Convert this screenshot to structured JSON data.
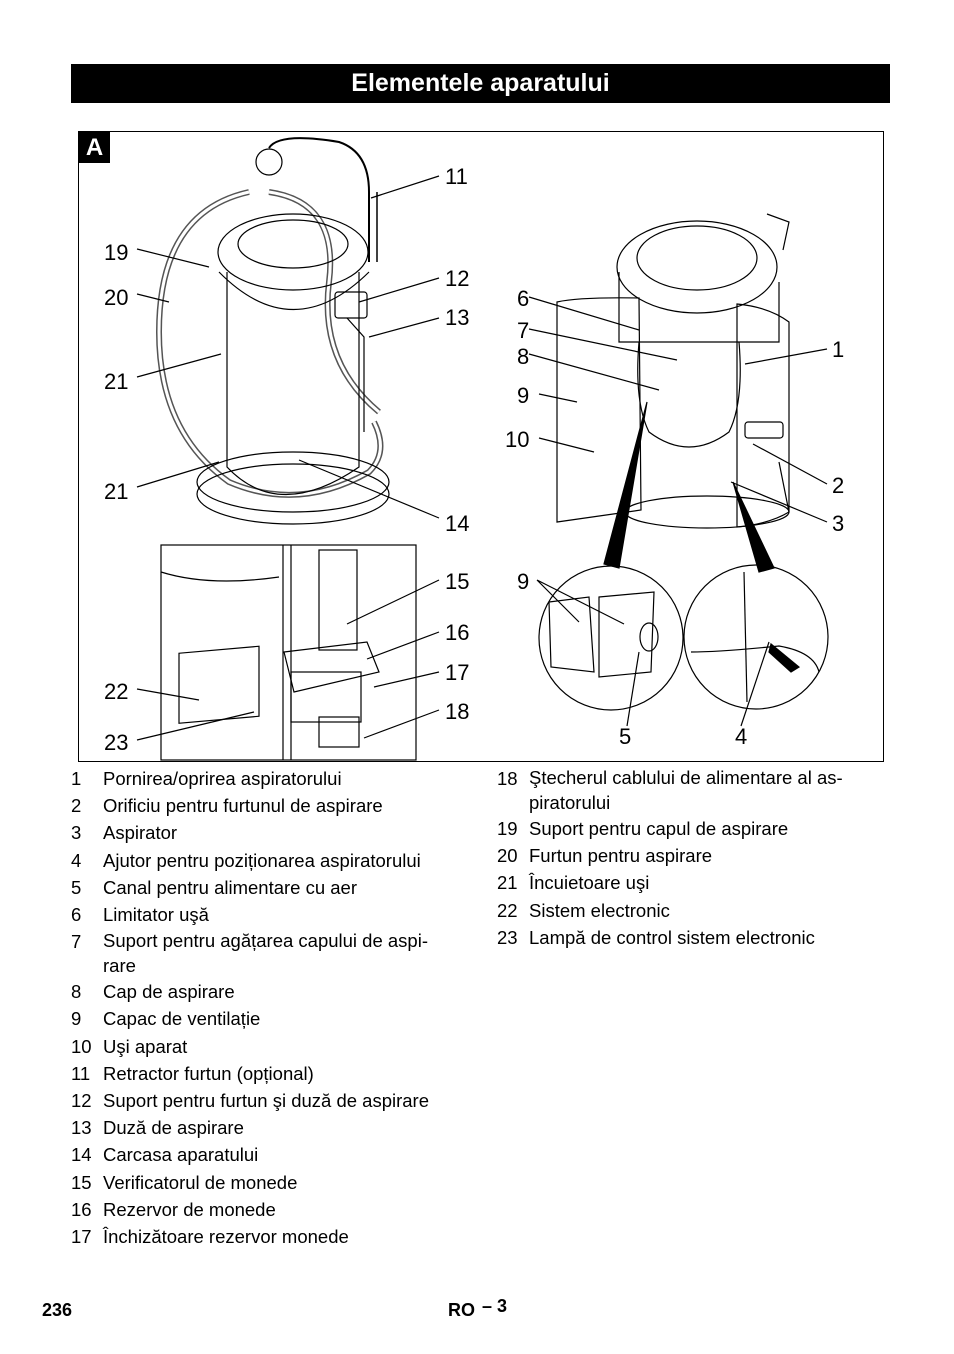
{
  "header": {
    "title": "Elementele aparatului"
  },
  "figure": {
    "letter": "A",
    "callouts": {
      "c1": "1",
      "c2": "2",
      "c3": "3",
      "c4": "4",
      "c5": "5",
      "c6": "6",
      "c7": "7",
      "c8": "8",
      "c9a": "9",
      "c9b": "9",
      "c10": "10",
      "c11": "11",
      "c12": "12",
      "c13": "13",
      "c14": "14",
      "c15": "15",
      "c16": "16",
      "c17": "17",
      "c18": "18",
      "c19": "19",
      "c20": "20",
      "c21a": "21",
      "c21b": "21",
      "c22": "22",
      "c23": "23"
    }
  },
  "legend_left": [
    {
      "num": "1",
      "text": "Pornirea/oprirea aspiratorului"
    },
    {
      "num": "2",
      "text": "Orificiu pentru furtunul de aspirare"
    },
    {
      "num": "3",
      "text": "Aspirator"
    },
    {
      "num": "4",
      "text": "Ajutor pentru poziționarea aspiratorului"
    },
    {
      "num": "5",
      "text": "Canal pentru alimentare cu aer"
    },
    {
      "num": "6",
      "text": "Limitator uşă"
    },
    {
      "num": "7",
      "text": "Suport pentru agățarea capului de aspi-rare"
    },
    {
      "num": "8",
      "text": "Cap de aspirare"
    },
    {
      "num": "9",
      "text": "Capac de ventilație"
    },
    {
      "num": "10",
      "text": "Uşi aparat"
    },
    {
      "num": "11",
      "text": "Retractor furtun (opțional)"
    },
    {
      "num": "12",
      "text": "Suport pentru furtun şi duză de aspirare"
    },
    {
      "num": "13",
      "text": "Duză de aspirare"
    },
    {
      "num": "14",
      "text": "Carcasa aparatului"
    },
    {
      "num": "15",
      "text": "Verificatorul de monede"
    },
    {
      "num": "16",
      "text": "Rezervor de monede"
    },
    {
      "num": "17",
      "text": "Închizătoare rezervor monede"
    }
  ],
  "legend_right": [
    {
      "num": "18",
      "text": "Ştecherul cablului de alimentare al as-piratorului"
    },
    {
      "num": "19",
      "text": "Suport pentru capul de aspirare"
    },
    {
      "num": "20",
      "text": "Furtun pentru aspirare"
    },
    {
      "num": "21",
      "text": "Încuietoare uşi"
    },
    {
      "num": "22",
      "text": "Sistem electronic"
    },
    {
      "num": "23",
      "text": "Lampă de control sistem electronic"
    }
  ],
  "footer": {
    "page": "236",
    "lang": "RO",
    "section": "– 3"
  }
}
